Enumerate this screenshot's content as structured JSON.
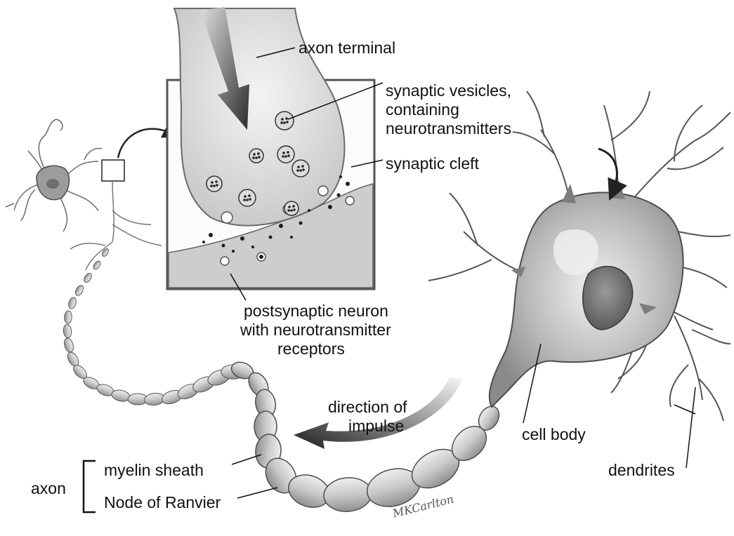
{
  "labels": {
    "axon_terminal": "axon terminal",
    "synaptic_vesicles": [
      "synaptic vesicles,",
      "containing",
      "neurotransmitters"
    ],
    "synaptic_cleft": "synaptic cleft",
    "postsynaptic": [
      "postsynaptic neuron",
      "with neurotransmitter",
      "receptors"
    ],
    "direction": [
      "direction of",
      "impulse"
    ],
    "cell_body": "cell body",
    "dendrites": "dendrites",
    "axon": "axon",
    "myelin_sheath": "myelin sheath",
    "node_of_ranvier": "Node of Ranvier"
  },
  "signature": "MKCarlton",
  "colors": {
    "ink": "#111111",
    "pencil": "#7a7a7a",
    "shade": "#b8b8b8",
    "light_fill": "#e6e6e6",
    "inset_border": "#555555"
  }
}
